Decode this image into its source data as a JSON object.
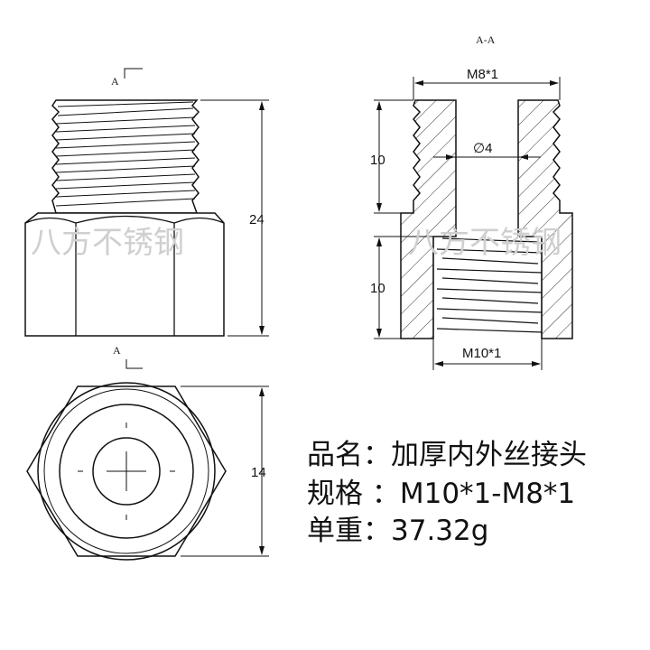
{
  "watermark": "八方不锈钢",
  "side_view": {
    "section_label_top": "A",
    "section_label_bottom": "A",
    "height_dim": "24"
  },
  "section_view": {
    "title": "A-A",
    "top_thread": "M8*1",
    "bottom_thread": "M10*1",
    "bore": "∅4",
    "upper_len": "10",
    "lower_len": "10"
  },
  "front_view": {
    "width_dim": "14"
  },
  "specs": [
    {
      "label": "品名：",
      "value": "加厚内外丝接头"
    },
    {
      "label": "规格 ：",
      "value": "M10*1-M8*1"
    },
    {
      "label": "单重：",
      "value": "37.32g"
    }
  ]
}
